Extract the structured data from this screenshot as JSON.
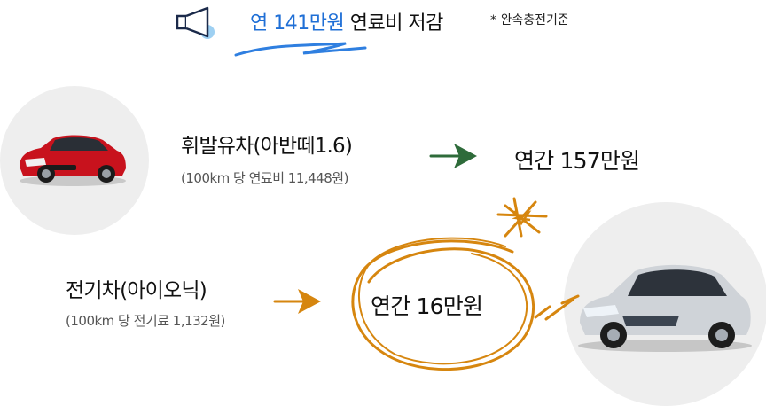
{
  "header": {
    "highlight": "연 141만원",
    "title_rest": "연료비 저감",
    "note": "* 완속충전기준",
    "accent_color": "#1f6fd6"
  },
  "gas_car": {
    "name": "휘발유차(아반떼1.6)",
    "detail": "(100km 당 연료비 11,448원)",
    "result": "연간 157만원",
    "arrow_color": "#2e6b3a",
    "icon": "red-sedan-icon"
  },
  "ev_car": {
    "name": "전기차(아이오닉)",
    "detail": "(100km 당 전기료 1,132원)",
    "result": "연간 16만원",
    "arrow_color": "#d6860f",
    "icon": "silver-hatchback-icon"
  }
}
